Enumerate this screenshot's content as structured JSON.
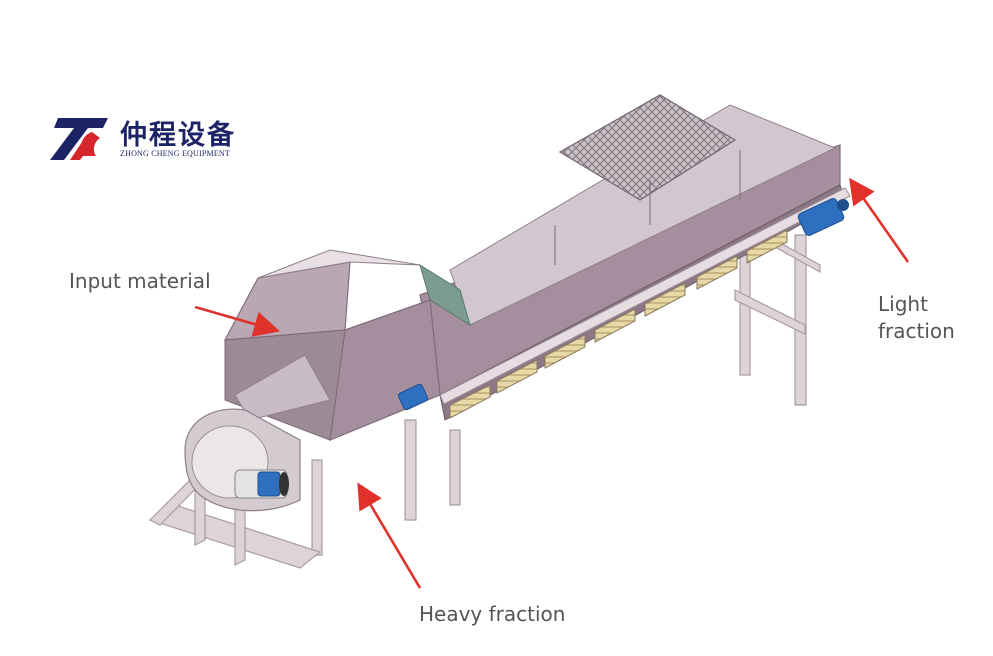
{
  "logo": {
    "name_cn": "仲程设备",
    "name_en": "ZHONG CHENG EQUIPMENT",
    "colors": {
      "blue": "#1d2466",
      "red": "#d7262b"
    }
  },
  "labels": {
    "input": "Input material",
    "light_line1": "Light",
    "light_line2": "fraction",
    "heavy": "Heavy fraction"
  },
  "colors": {
    "machine_body": "#a58f9f",
    "machine_top": "#c7b9c2",
    "frame": "#d2c8ce",
    "arrow": "#e0322b",
    "motor": "#2e6fbf"
  }
}
